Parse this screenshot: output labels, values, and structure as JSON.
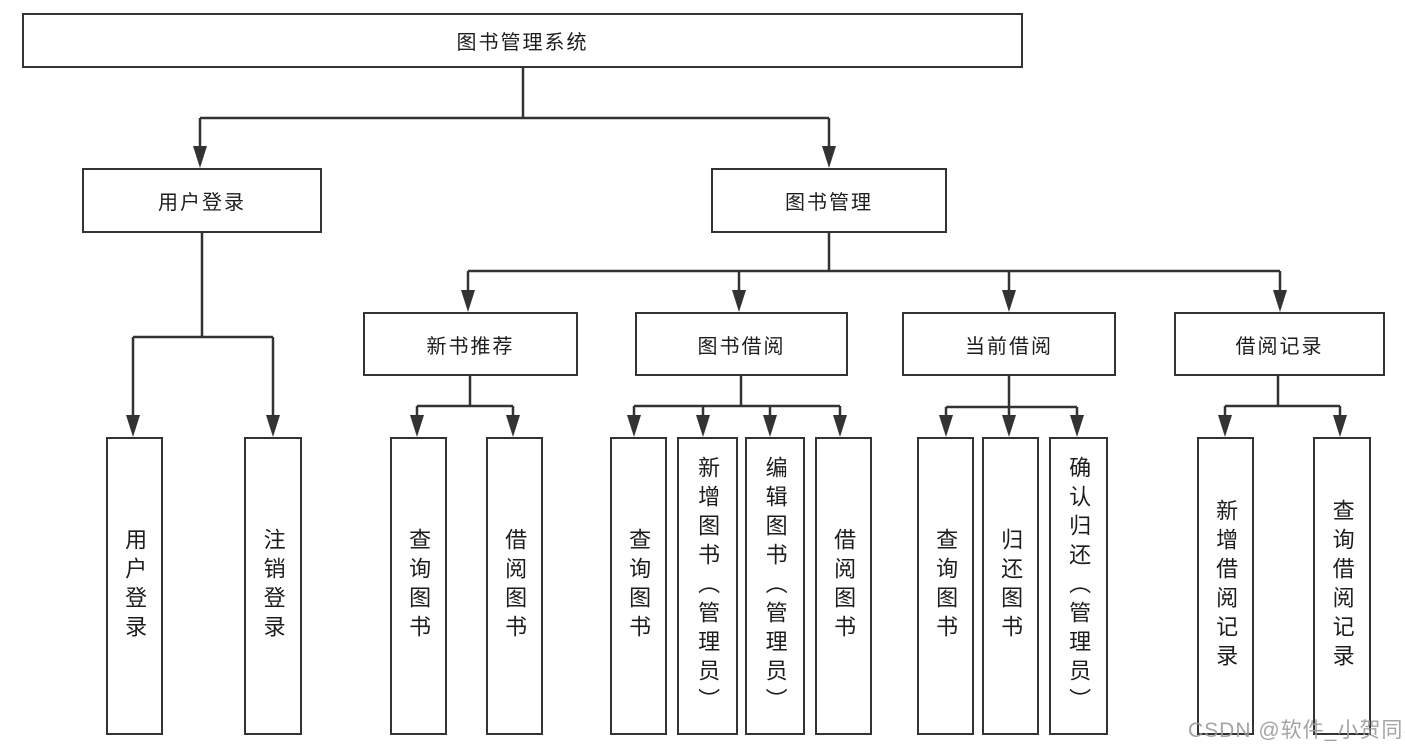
{
  "diagram_title": "图书管理系统",
  "nodes": {
    "root": "图书管理系统",
    "user_login": "用户登录",
    "book_management": "图书管理",
    "new_book_recommendation": "新书推荐",
    "book_borrowing": "图书借阅",
    "current_borrowing": "当前借阅",
    "borrowing_records": "借阅记录",
    "leaf_user_login": "用户登录",
    "leaf_logout_login": "注销登录",
    "recommend_query_books": "查询图书",
    "recommend_borrow_books": "借阅图书",
    "borrow_query_books": "查询图书",
    "borrow_add_books_admin": "新增图书（管理员）",
    "borrow_edit_books_admin": "编辑图书（管理员）",
    "borrow_borrow_books": "借阅图书",
    "current_query_books": "查询图书",
    "current_return_books": "归还图书",
    "current_confirm_return_admin": "确认归还（管理员）",
    "records_add_borrow_record": "新增借阅记录",
    "records_query_borrow_record": "查询借阅记录"
  },
  "hierarchy": {
    "图书管理系统": {
      "用户登录": [
        "用户登录",
        "注销登录"
      ],
      "图书管理": {
        "新书推荐": [
          "查询图书",
          "借阅图书"
        ],
        "图书借阅": [
          "查询图书",
          "新增图书（管理员）",
          "编辑图书（管理员）",
          "借阅图书"
        ],
        "当前借阅": [
          "查询图书",
          "归还图书",
          "确认归还（管理员）"
        ],
        "借阅记录": [
          "新增借阅记录",
          "查询借阅记录"
        ]
      }
    }
  },
  "watermark": "CSDN @软件_小贺同学",
  "colors": {
    "line": "#333333",
    "text": "#1d1d1d",
    "background": "#ffffff",
    "watermark": "#9d9da1"
  }
}
